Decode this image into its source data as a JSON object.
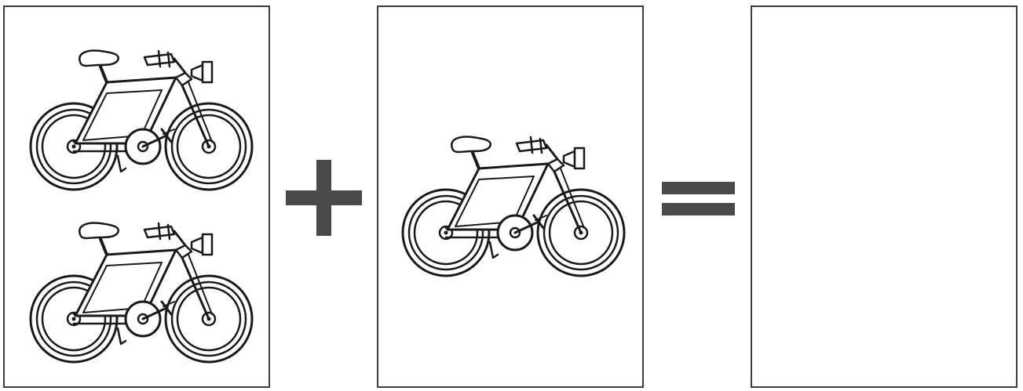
{
  "panels": [
    {
      "id": "left",
      "bicycle_count": 2
    },
    {
      "id": "middle",
      "bicycle_count": 1
    },
    {
      "id": "right",
      "bicycle_count": 0
    }
  ],
  "operators": {
    "first": "plus",
    "second": "equals"
  },
  "icons": {
    "bicycle": "bicycle-icon",
    "plus": "plus-icon",
    "equals": "equals-icon"
  },
  "colors": {
    "outline": "#1a1a1a",
    "operator": "#4a4a4a",
    "panel_border": "#3c3c3c",
    "background": "#ffffff"
  }
}
